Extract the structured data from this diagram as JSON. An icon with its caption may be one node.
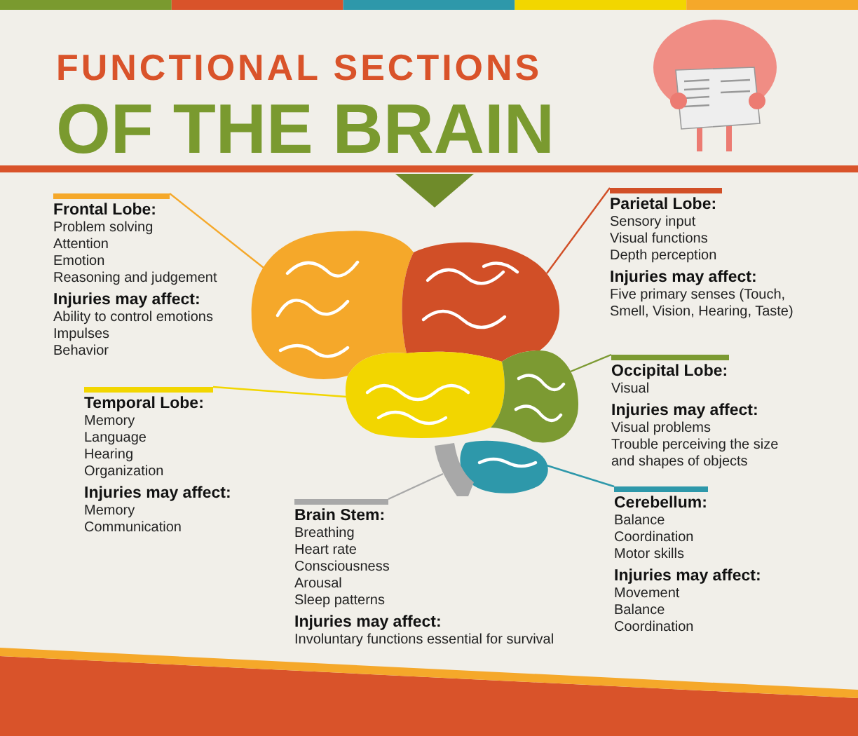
{
  "diagram": {
    "title": "FUNCTIONAL SECTIONS OF THE BRAIN",
    "nodes": [
      {
        "text": [
          "Frontal Lobe:",
          "Problem solving",
          "Attention",
          "Emotion",
          "Reasoning and judgement",
          "Injuries may affect:",
          "Ability to control emotions",
          "Impulses",
          "Behavior"
        ]
      },
      {
        "text": [
          "Parietal Lobe:",
          "Sensory input",
          "Visual functions",
          "Depth perception",
          "Injuries may affect:",
          "Five primary senses (Touch, Smell, Vision, Hearing, Taste)"
        ]
      },
      {
        "text": [
          "Occipital Lobe:",
          "Visual",
          "Injuries may affect:",
          "Visual problems",
          "Trouble perceiving the size and shapes of objects"
        ]
      },
      {
        "text": [
          "Temporal Lobe:",
          "Memory",
          "Language",
          "Hearing",
          "Organization",
          "Injuries may affect:",
          "Memory",
          "Communication"
        ]
      },
      {
        "text": [
          "Brain Stem:",
          "Breathing",
          "Heart rate",
          "Consciousness",
          "Arousal",
          "Sleep patterns",
          "Injuries may affect:",
          "Involuntary functions essential for survival"
        ]
      },
      {
        "text": [
          "Cerebellum:",
          "Balance",
          "Coordination",
          "Motor skills",
          "Injuries may affect:",
          "Movement",
          "Balance",
          "Coordination"
        ]
      },
      {
        "text": [],
        "shape": "picture"
      },
      {
        "text": [],
        "shape": "picture"
      },
      {
        "text": [],
        "shape": "picture"
      },
      {
        "text": [],
        "shape": "picture"
      },
      {
        "text": [],
        "shape": "picture"
      },
      {
        "text": [],
        "shape": "picture"
      }
    ],
    "edges": [
      {
        "from": 0,
        "to": 6,
        "arrow": "none",
        "color": "#f5a82a"
      },
      {
        "from": 1,
        "to": 7,
        "arrow": "none",
        "color": "#d14f27"
      },
      {
        "from": 2,
        "to": 9,
        "arrow": "none",
        "color": "#7c9a32"
      },
      {
        "from": 3,
        "to": 8,
        "arrow": "none",
        "color": "#f2d600"
      },
      {
        "from": 4,
        "to": 11,
        "arrow": "none",
        "color": "#a8a8a8"
      },
      {
        "from": 5,
        "to": 10,
        "arrow": "none",
        "color": "#2e98aa"
      }
    ]
  }
}
